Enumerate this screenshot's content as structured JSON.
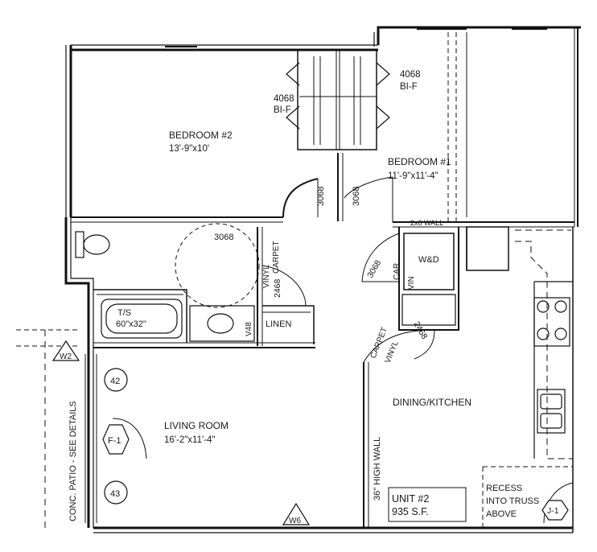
{
  "rooms": {
    "bedroom2_name": "BEDROOM #2",
    "bedroom2_size": "13'-9\"x10'",
    "bedroom1_name": "BEDROOM #1",
    "bedroom1_size": "11'-9\"x11'-4\"",
    "living_name": "LIVING ROOM",
    "living_size": "16'-2\"x11'-4\"",
    "dining_name": "DINING/KITCHEN"
  },
  "doors": {
    "closet_left": "4068",
    "closet_left_sub": "BI-F",
    "closet_right": "4068",
    "closet_right_sub": "BI-F",
    "bed2_door": "3068",
    "bed1_door": "3068",
    "bath_door": "3068",
    "linen_door": "2468",
    "laundry_door": "3068",
    "pantry_door": "2468"
  },
  "fixtures": {
    "tub": "T/S",
    "tub_size": "60\"x32\"",
    "vanity": "V48",
    "linen": "LINEN",
    "wd": "W&D",
    "wall_2x6": "2x6 WALL"
  },
  "materials": {
    "carpet_bath": "CARPET",
    "vinyl_bath": "VINYL",
    "car_laundry": "CAR.",
    "vin_laundry": "VIN",
    "carpet_kitchen": "CARPET",
    "vinyl_kitchen": "VINYL"
  },
  "tags": {
    "w2": "W2",
    "w6": "W6",
    "f1": "F-1",
    "t42": "42",
    "t43": "43",
    "j1": "J-1"
  },
  "notes": {
    "patio": "CONC. PATIO - SEE DETAILS",
    "high_wall": "36\" HIGH WALL",
    "recess_1": "RECESS",
    "recess_2": "INTO TRUSS",
    "recess_3": "ABOVE"
  },
  "unit": {
    "name": "UNIT #2",
    "area": "935 S.F."
  }
}
